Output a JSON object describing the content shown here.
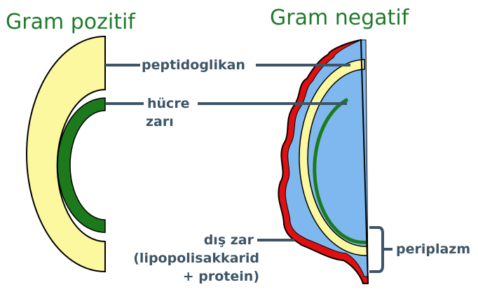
{
  "titles": {
    "gram_positive": "Gram pozitif",
    "gram_negative": "Gram negatif"
  },
  "labels": {
    "peptidoglycan": "peptidoglikan",
    "cell_membrane_1": "hücre",
    "cell_membrane_2": "zarı",
    "outer_membrane_1": "dış zar",
    "outer_membrane_2": "(lipopolisakkarid",
    "outer_membrane_3": "+ protein)",
    "periplasm": "periplazm"
  },
  "colors": {
    "peptidoglycan": "#fcf8a0",
    "membrane": "#1c7a1c",
    "periplasm": "#7fb8ee",
    "outer": "#e01010",
    "leader": "#3d5566"
  }
}
